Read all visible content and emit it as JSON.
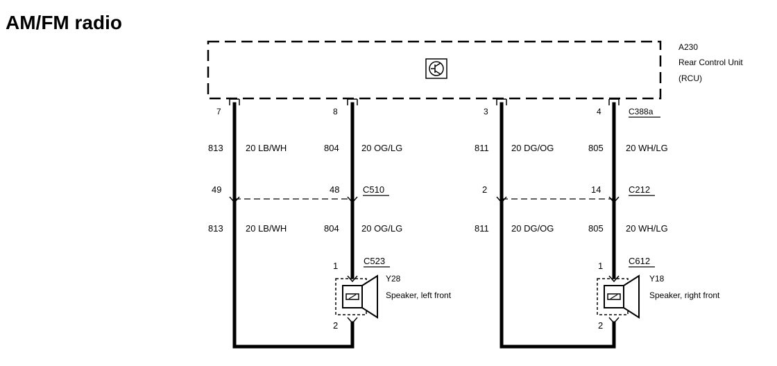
{
  "title": "AM/FM radio",
  "module": {
    "id": "A230",
    "name": "Rear Control Unit",
    "abbr": "(RCU)",
    "connector": "C388a"
  },
  "pins_top": [
    "7",
    "8",
    "3",
    "4"
  ],
  "connector_mid_left": "C510",
  "connector_mid_right": "C212",
  "pins_mid": [
    "49",
    "48",
    "2",
    "14"
  ],
  "upper_wires": [
    {
      "circuit": "813",
      "spec": "20 LB/WH"
    },
    {
      "circuit": "804",
      "spec": "20 OG/LG"
    },
    {
      "circuit": "811",
      "spec": "20 DG/OG"
    },
    {
      "circuit": "805",
      "spec": "20 WH/LG"
    }
  ],
  "lower_wires": [
    {
      "circuit": "813",
      "spec": "20 LB/WH"
    },
    {
      "circuit": "804",
      "spec": "20 OG/LG"
    },
    {
      "circuit": "811",
      "spec": "20 DG/OG"
    },
    {
      "circuit": "805",
      "spec": "20 WH/LG"
    }
  ],
  "speaker_left": {
    "connector": "C523",
    "id": "Y28",
    "name": "Speaker, left front",
    "pin_top": "1",
    "pin_bottom": "2"
  },
  "speaker_right": {
    "connector": "C612",
    "id": "Y18",
    "name": "Speaker, right front",
    "pin_top": "1",
    "pin_bottom": "2"
  }
}
